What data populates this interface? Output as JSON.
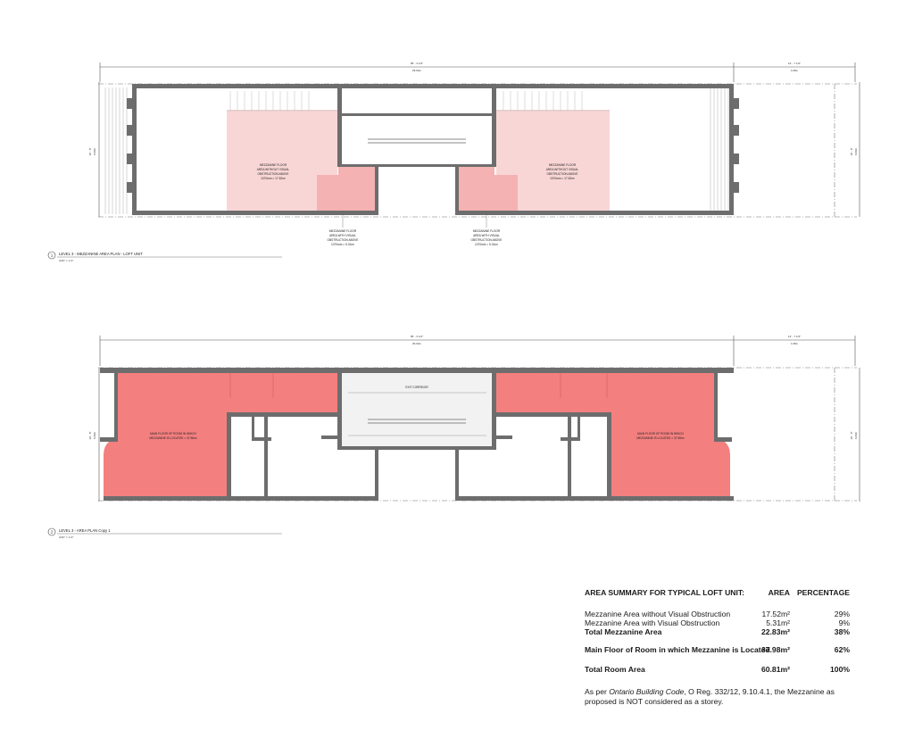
{
  "plan1": {
    "title": "LEVEL 3 - MEZZANINE AREA PLAN - LOFT UNIT",
    "scale": "3/16\" = 1'-0\"",
    "number": "1",
    "dim_main_ft": "95' - 3 1/2\"",
    "dim_main_m": "29.04m",
    "dim_side_ft": "14' - 7 1/4\"",
    "dim_side_m": "4.45m",
    "dim_height_ft": "19' - 8\"",
    "dim_height_m": "6.00m",
    "label_mezz_no_obstruction": [
      "MEZZANINE FLOOR",
      "AREA WITHOUT VISUAL",
      "OBSTRUCTION ABOVE",
      "1070mm = 17.52m²"
    ],
    "label_mezz_with_obstruction": [
      "MEZZANINE FLOOR",
      "AREA WITH VISUAL",
      "OBSTRUCTION ABOVE",
      "1070mm = 5.31m²"
    ]
  },
  "plan2": {
    "title": "LEVEL 3 - AREA PLAN Copy 1",
    "scale": "3/16\" = 1'-0\"",
    "number": "2",
    "dim_main_ft": "95' - 3 1/2\"",
    "dim_main_m": "29.04m",
    "dim_side_ft": "14' - 7 1/4\"",
    "dim_side_m": "4.45m",
    "dim_height_ft": "19' - 8\"",
    "dim_height_m": "6.00m",
    "corridor_label": "EXIT CORRIDOR",
    "label_main_floor": [
      "MAIN FLOOR OF ROOM IN WHICH",
      "MEZZANINE IS LOCATED = 37.98m²"
    ]
  },
  "colors": {
    "wall": "#6d6d6d",
    "mezz_light": "#f9d6d6",
    "mezz_mid": "#f4b2b2",
    "main_floor": "#f37f7f"
  },
  "summary": {
    "heading": "AREA SUMMARY FOR TYPICAL LOFT UNIT:",
    "col_area": "AREA",
    "col_pct": "PERCENTAGE",
    "rows": [
      {
        "label": "Mezzanine Area without Visual Obstruction",
        "area": "17.52m²",
        "pct": "29%"
      },
      {
        "label": "Mezzanine Area with Visual Obstruction",
        "area": "5.31m²",
        "pct": "9%"
      },
      {
        "label": "Total Mezzanine Area",
        "area": "22.83m²",
        "pct": "38%"
      },
      {
        "label": "Main Floor of Room in which Mezzanine is Located",
        "area": "37.98m²",
        "pct": "62%"
      },
      {
        "label": "Total Room Area",
        "area": "60.81m²",
        "pct": "100%"
      }
    ],
    "note_prefix": "As per ",
    "note_code": "Ontario Building Code",
    "note_rest": ", O Reg. 332/12, 9.10.4.1, the Mezzanine as proposed is NOT considered as a storey."
  }
}
